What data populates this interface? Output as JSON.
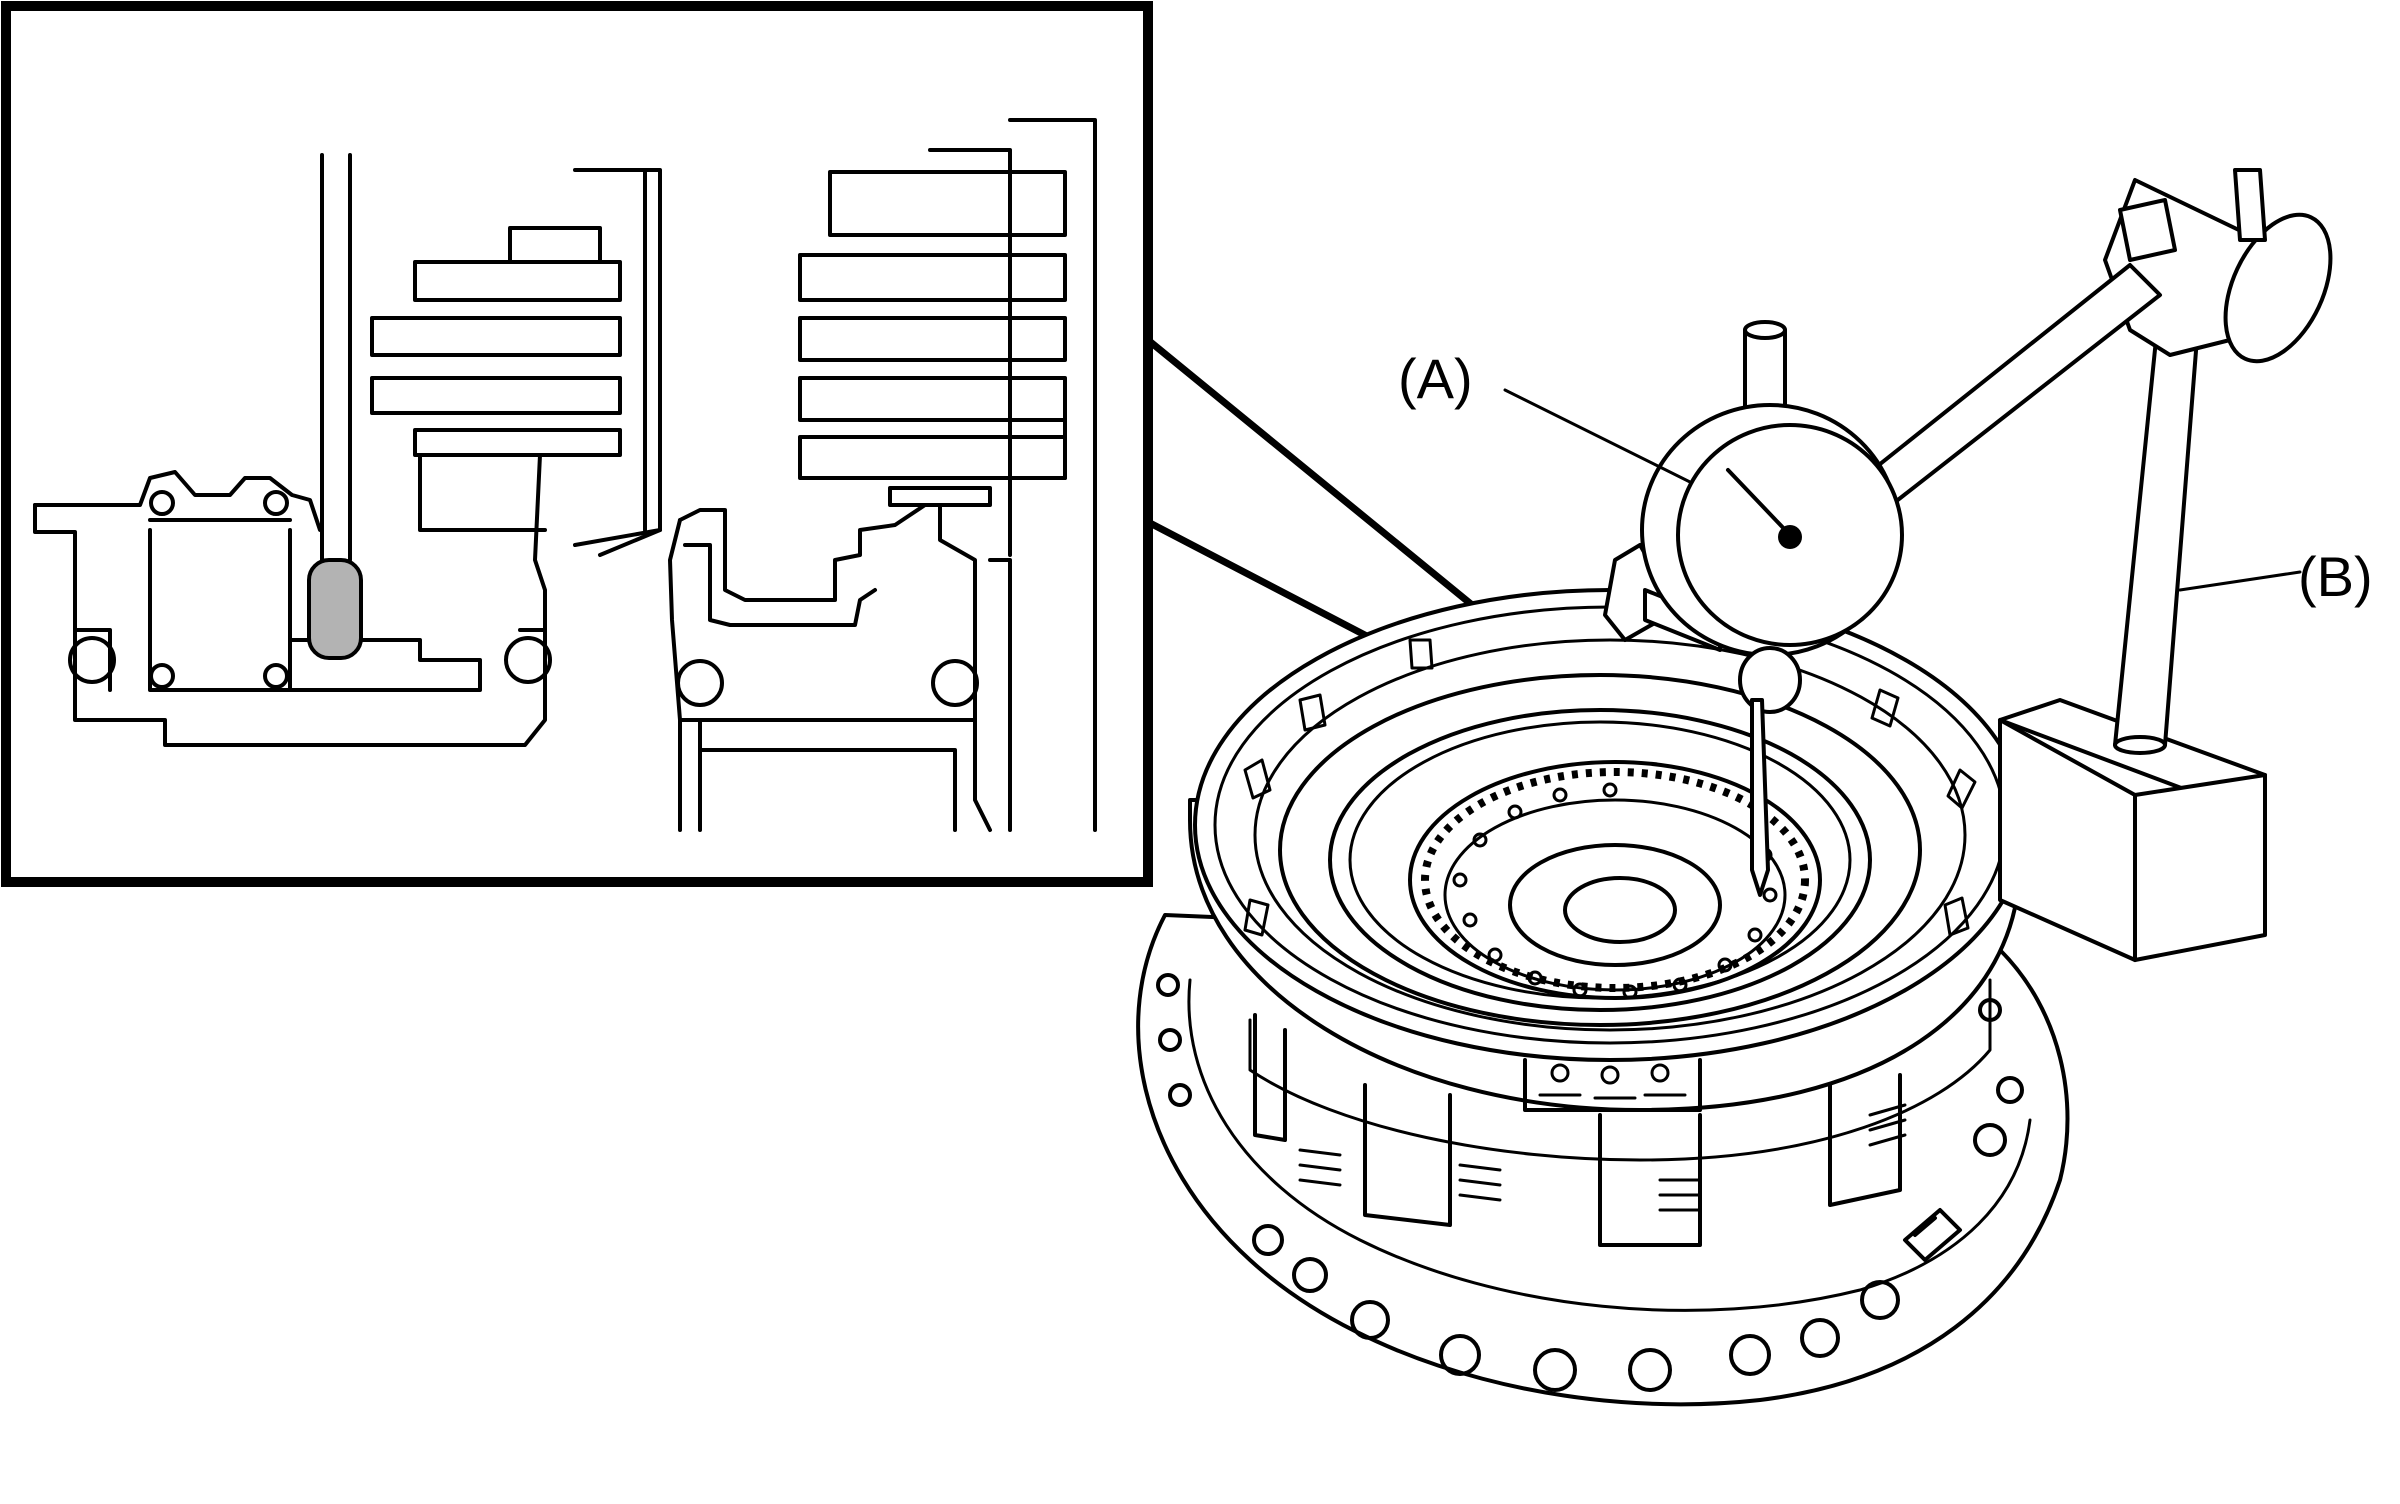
{
  "labels": {
    "a": "(A)",
    "b": "(B)"
  },
  "callouts": {
    "a": "dial-gauge",
    "b": "magnetic-stand"
  },
  "colors": {
    "line": "#000000",
    "background": "#ffffff",
    "probe_tip": "#b3b3b3"
  }
}
